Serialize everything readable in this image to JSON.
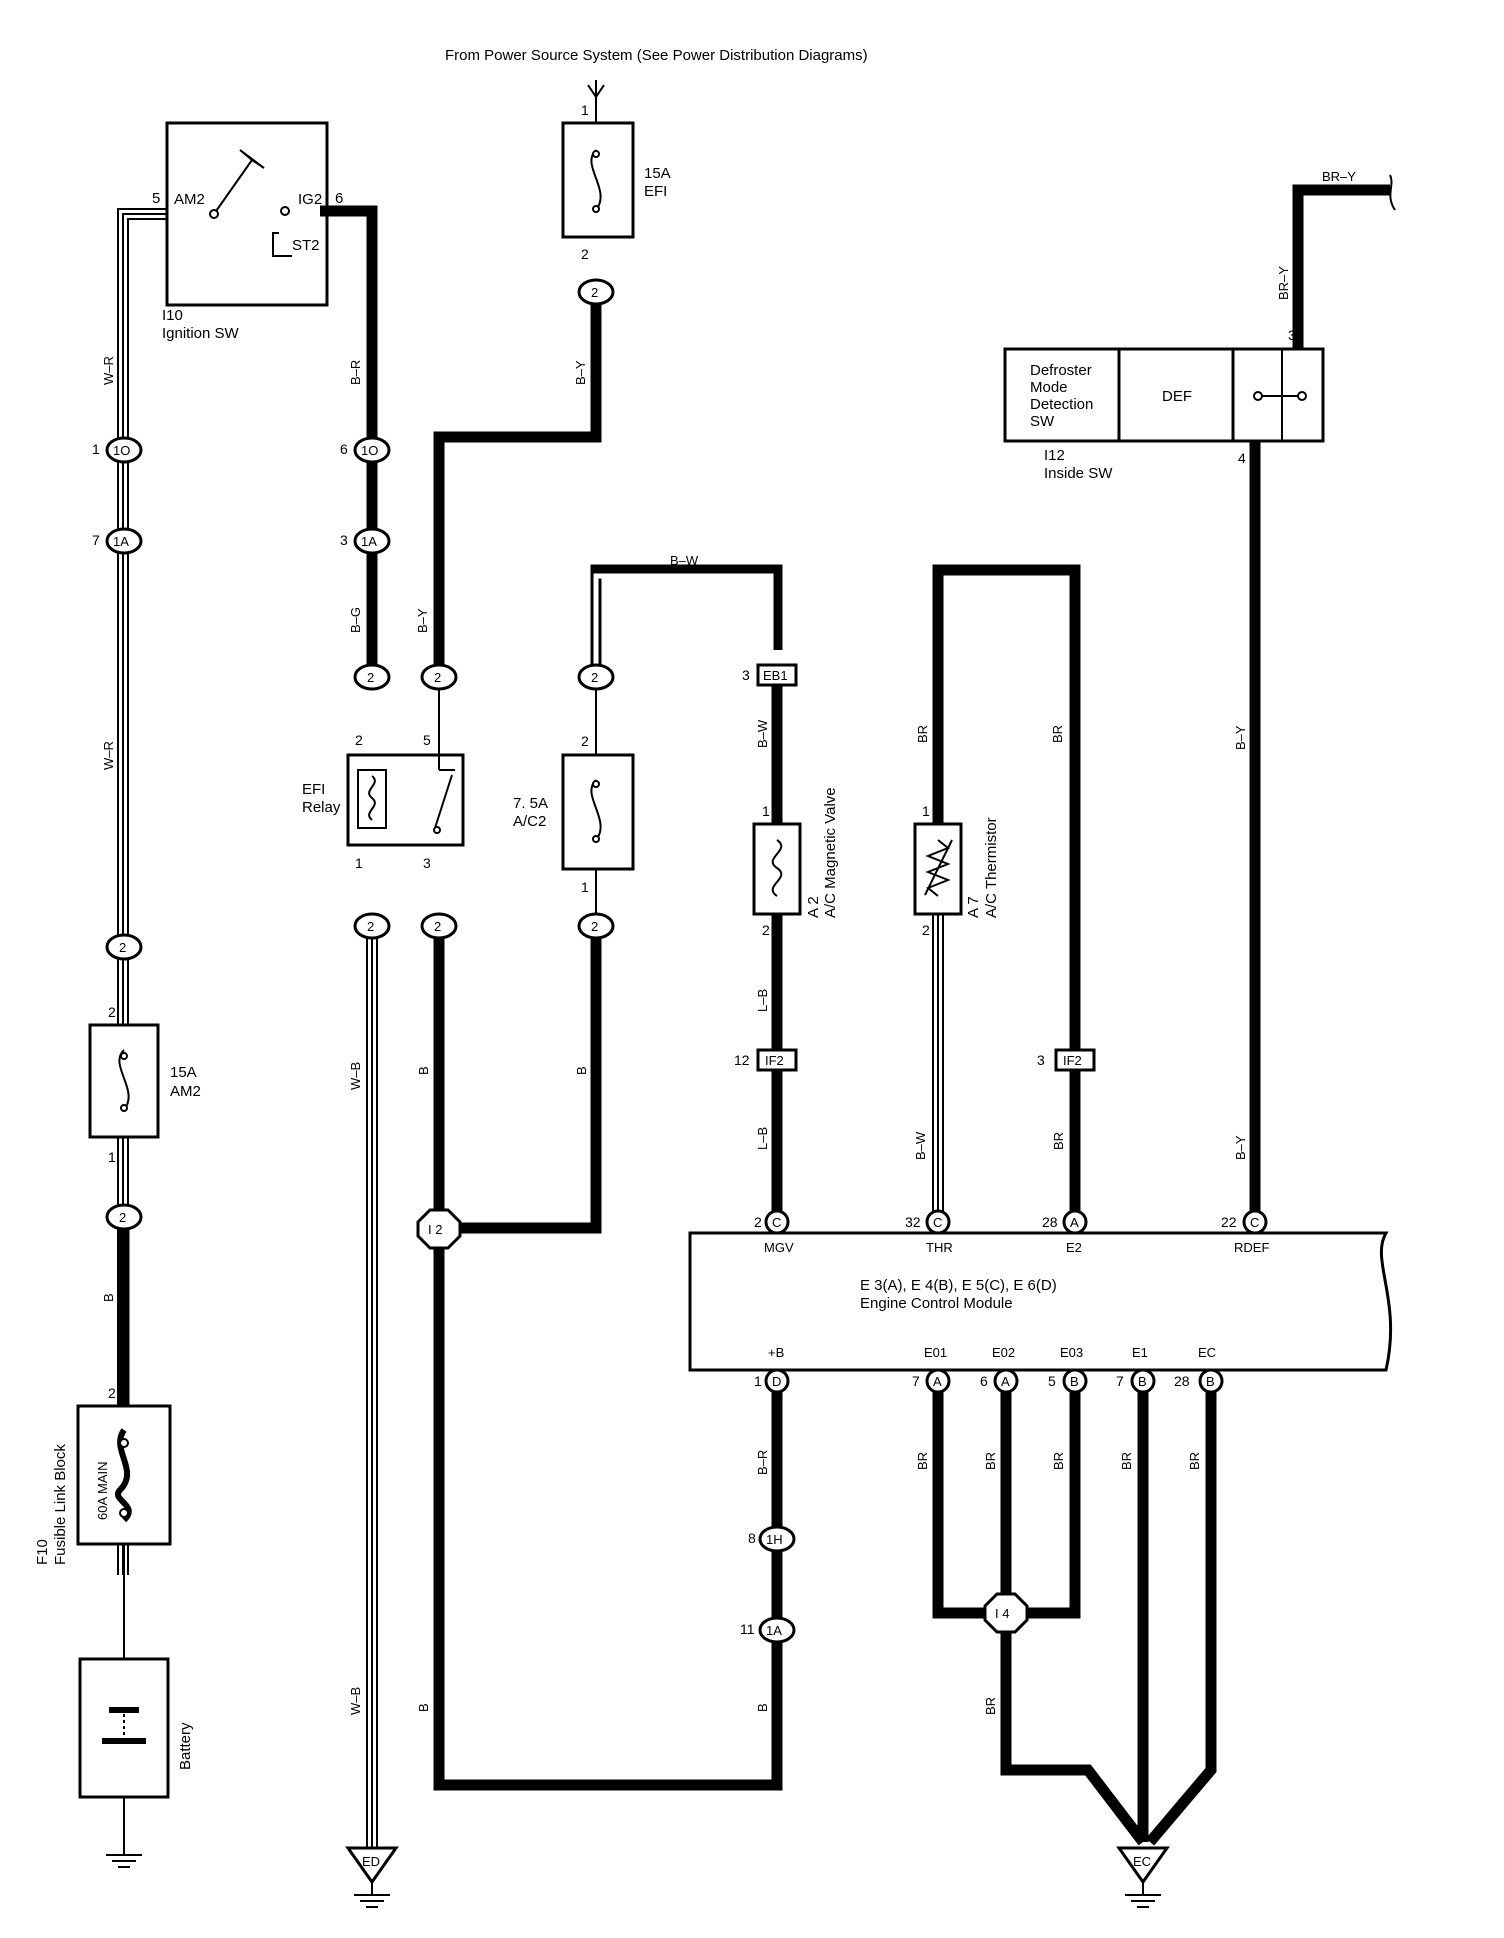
{
  "header": {
    "title": "From Power Source System (See Power Distribution Diagrams)"
  },
  "components": {
    "ignition_sw": {
      "ref": "I10",
      "name": "Ignition SW",
      "term_am2": "AM2",
      "term_ig2": "IG2",
      "term_st2": "ST2",
      "pin_am2": "5",
      "pin_ig2": "6"
    },
    "fuse_efi": {
      "rating": "15A",
      "name": "EFI",
      "pin_top": "1",
      "pin_bottom": "2"
    },
    "fuse_am2": {
      "rating": "15A",
      "name": "AM2",
      "pin_top": "2",
      "pin_bottom": "1"
    },
    "fuse_ac2": {
      "rating": "7. 5A",
      "name": "A/C2",
      "pin_top": "2",
      "pin_bottom": "1"
    },
    "efi_relay": {
      "name1": "EFI",
      "name2": "Relay",
      "pin_2": "2",
      "pin_5": "5",
      "pin_1": "1",
      "pin_3": "3"
    },
    "fusible_link": {
      "ref": "F10",
      "name": "Fusible Link Block",
      "rating": "60A MAIN",
      "pin_top": "2"
    },
    "battery": {
      "name": "Battery"
    },
    "magnetic_valve": {
      "ref": "A 2",
      "name": "A/C Magnetic Valve",
      "pin_1": "1",
      "pin_2": "2"
    },
    "thermistor": {
      "ref": "A 7",
      "name": "A/C Thermistor",
      "pin_1": "1",
      "pin_2": "2"
    },
    "inside_sw": {
      "ref": "I12",
      "name": "Inside SW",
      "desc1": "Defroster",
      "desc2": "Mode",
      "desc3": "Detection",
      "desc4": "SW",
      "def": "DEF",
      "pin_3": "3",
      "pin_4": "4"
    },
    "ecm": {
      "refs": "E 3(A), E 4(B), E 5(C), E 6(D)",
      "name": "Engine Control Module",
      "top_terms": [
        "MGV",
        "THR",
        "E2",
        "RDEF"
      ],
      "top_pins": [
        "2",
        "32",
        "28",
        "22"
      ],
      "top_conns": [
        "C",
        "C",
        "A",
        "C"
      ],
      "bottom_terms": [
        "+B",
        "E01",
        "E02",
        "E03",
        "E1",
        "EC"
      ],
      "bottom_pins": [
        "1",
        "7",
        "6",
        "5",
        "7",
        "28"
      ],
      "bottom_conns": [
        "D",
        "A",
        "A",
        "B",
        "B",
        "B"
      ]
    }
  },
  "connectors": {
    "c_1O_a": "1O",
    "c_1O_b": "1O",
    "c_1A_a": "1A",
    "c_1A_b": "1A",
    "c_1H": "1H",
    "c_1A_c": "1A",
    "c_2": "2",
    "c_EB1": "EB1",
    "c_IF2": "IF2",
    "pin_1": "1",
    "pin_7": "7",
    "pin_6": "6",
    "pin_3": "3",
    "pin_12": "12",
    "pin_8": "8",
    "pin_11": "11"
  },
  "junctions": {
    "j_I2": "I 2",
    "j_I4": "I 4"
  },
  "grounds": {
    "ED": "ED",
    "EC": "EC"
  },
  "wires": {
    "w_r": "W–R",
    "b_r": "B–R",
    "b_y": "B–Y",
    "b_g": "B–G",
    "b_w": "B–W",
    "br": "BR",
    "br_y": "BR–Y",
    "l_b": "L–B",
    "w_b": "W–B",
    "b": "B"
  },
  "colors": {
    "ink": "#000000",
    "paper": "#ffffff"
  }
}
